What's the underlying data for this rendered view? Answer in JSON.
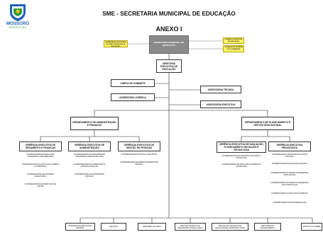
{
  "header": {
    "title": "SME - SECRETARIA MUNICIPAL DE EDUCAÇÃO",
    "subtitle": "ANEXO I"
  },
  "logo": {
    "city": "MOSSORÓ",
    "tag": "PREFEITURA"
  },
  "colors": {
    "title_bg": "#ffffff",
    "logo_blue": "#1f63b6",
    "logo_green": "#2f9b3c",
    "logo_yellow": "#f2c318",
    "box_gray": "#8a8a8a",
    "note_yellow": "#fff36a"
  },
  "nodes": {
    "secretaria": "SECRETARIA MUNICIPAL DE EDUCAÇÃO",
    "note_left": "CONSELHO MUNICIPAL DE ALIMENTAÇÃO ESCOLAR E DE FUNDO MUNICIPAL DE EDUCAÇÃO",
    "note_right_1": "CONSELHO MUNICIPAL DE EDUCAÇÃO",
    "note_right_2": "CONSELHO DO FUNDEB E DO ALIMENTAR",
    "diretoria": "DIRETORIA EXECUTIVA DE EDUCAÇÃO",
    "chefia": "CHEFIA DE GABINETE",
    "assessoria_juridica": "ASSESSORIA JURÍDICA",
    "assessoria_tecnica": "ASSESSORIA TÉCNICA",
    "assessoria_executiva": "ASSESSORIA EXECUTIVA",
    "dep_adm": "DEPARTAMENTO DE ADMINISTRAÇÃO E FINANÇAS",
    "dep_plan": "DEPARTAMENTO DE PLANEJAMENTO E GESTÃO EDUCACIONAL",
    "ger_orc": "GERÊNCIA EXECUTIVA DE ORÇAMENTO E FINANÇAS",
    "ger_adm": "GERÊNCIA EXECUTIVA DE ADMINISTRAÇÃO",
    "ger_pes": "GERÊNCIA EXECUTIVA DE GESTÃO DE PESSOAS",
    "ger_aval": "GERÊNCIA EXECUTIVA DE AVALIAÇÃO, PLANEJAMENTO INOVAÇÃO E TECNOLOGIA",
    "ger_ped": "GERÊNCIA EXECUTIVA PEDAGÓGICA"
  },
  "subitems": {
    "orc": [
      "COORDENADORIA DE EXECUÇÃO FINANCEIRA E ORÇAMENTÁRIA",
      "COORDENADORIA DE GESTÃO DE COMPRAS E CONTRATOS",
      "COORDENADORIA DE UNIDADES EXECUTORAS",
      "COORDENADORIA DE PRESTAÇÃO DE CONTAS"
    ],
    "adm": [
      "COORDENADORIA DE ALMOXARIFADO, PATRIMÔNIO E INFRAESTRUTURA",
      "COORDENADORIA DE ALIMENTAÇÃO E NUTRIÇÃO ESCOLAR",
      "COORDENADORIA DE TRANSPORTE ESCOLAR"
    ],
    "pes": [
      "COORDENADORIA DE ATOS E CONCURSOS",
      "COORDENADORIA DE DESENVOLVIMENTO DE PESSOAL"
    ],
    "aval": [
      "COORDENADORIA DE PROJETOS, INOVAÇÃO E TECNOLOGIA",
      "COORDENADORIA DE AVALIAÇÃO E FORMAÇÃO CONTINUADA"
    ],
    "ped": [
      "COORDENADORIA DE REGISTROS E APOIO ESCOLAR",
      "COORDENADORIA DA EDUCAÇÃO INFANTIL",
      "COORDENADORIA DO ENSINO FUNDAMENTAL ANOS INICIAIS",
      "COORDENADORIA DO ENSINO FUNDAMENTAL ANOS FINAIS E EJA",
      "COORDENADORIA DA EDUCAÇÃO ESPECIAL",
      "COORDENADORIA DE PSICOPEDAGOGIA"
    ]
  },
  "bottom_units": [
    "UNIDADES DE EDUCAÇÃO INFANTIL",
    "ESCOLAS",
    "UNIDADES DE APOIO",
    "CENTRO DE APOIO AO DEFICIENTE VISUAL (CAEV)",
    "NÚCLEO DE TECNOLOGIA EDUCACIONAL MUNICIPAL (NTM)",
    "INDÚSTRIA DO CONHECIMENTO",
    "PORTAL DO SABER"
  ]
}
